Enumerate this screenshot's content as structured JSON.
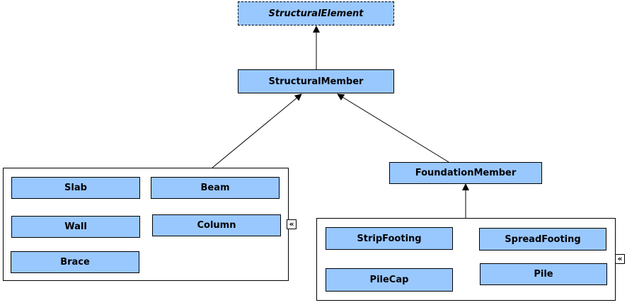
{
  "diagram": {
    "classes": {
      "structural_element": "StructuralElement",
      "structural_member": "StructuralMember",
      "foundation_member": "FoundationMember",
      "slab": "Slab",
      "beam": "Beam",
      "wall": "Wall",
      "column": "Column",
      "brace": "Brace",
      "strip_footing": "StripFooting",
      "spread_footing": "SpreadFooting",
      "pile_cap": "PileCap",
      "pile": "Pile"
    },
    "collapse_glyph": "«",
    "colors": {
      "class_fill": "#99c8ff",
      "border": "#000000",
      "background": "#ffffff"
    }
  }
}
